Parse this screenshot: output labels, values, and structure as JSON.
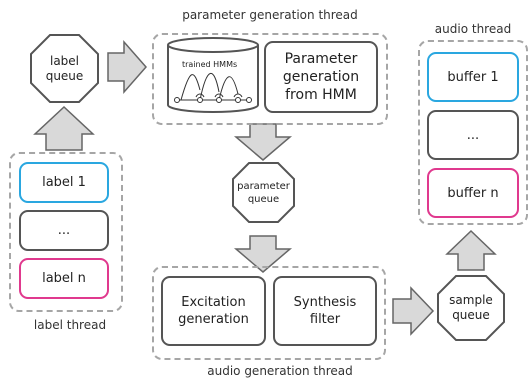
{
  "captions": {
    "param_thread": "parameter generation thread",
    "audio_thread": "audio thread",
    "label_thread": "label thread",
    "audio_gen_thread": "audio generation thread"
  },
  "queues": {
    "label_queue": "label\nqueue",
    "parameter_queue": "parameter\nqueue",
    "sample_queue": "sample\nqueue"
  },
  "label_thread_boxes": [
    "label 1",
    "...",
    "label n"
  ],
  "audio_thread_boxes": [
    "buffer 1",
    "...",
    "buffer n"
  ],
  "param_gen": {
    "db_label": "trained HMMs",
    "box": "Parameter\ngeneration\nfrom HMM"
  },
  "audio_gen": {
    "excitation": "Excitation\ngeneration",
    "synthesis": "Synthesis\nfilter"
  },
  "colors": {
    "accent_blue": "#2aa7e0",
    "accent_pink": "#e0398e",
    "box_border": "#555555",
    "dashed_border": "#a6a6a6",
    "arrow_fill": "#d9d9d9"
  }
}
